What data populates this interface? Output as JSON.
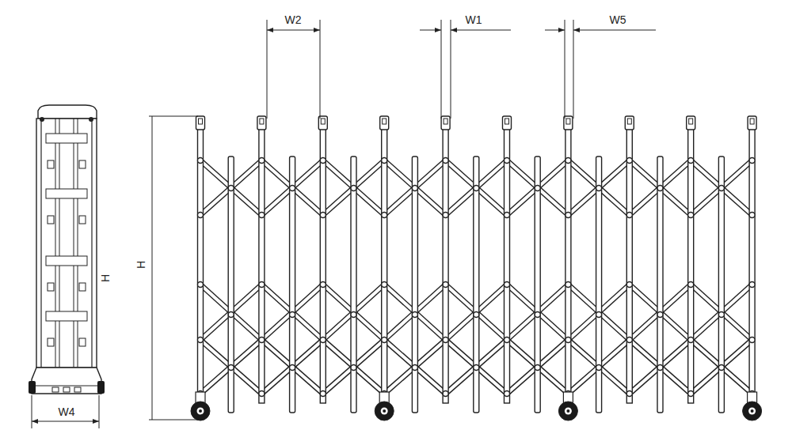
{
  "diagram": {
    "labels": [
      "W2",
      "W1",
      "W5",
      "H",
      "H",
      "W4"
    ]
  }
}
